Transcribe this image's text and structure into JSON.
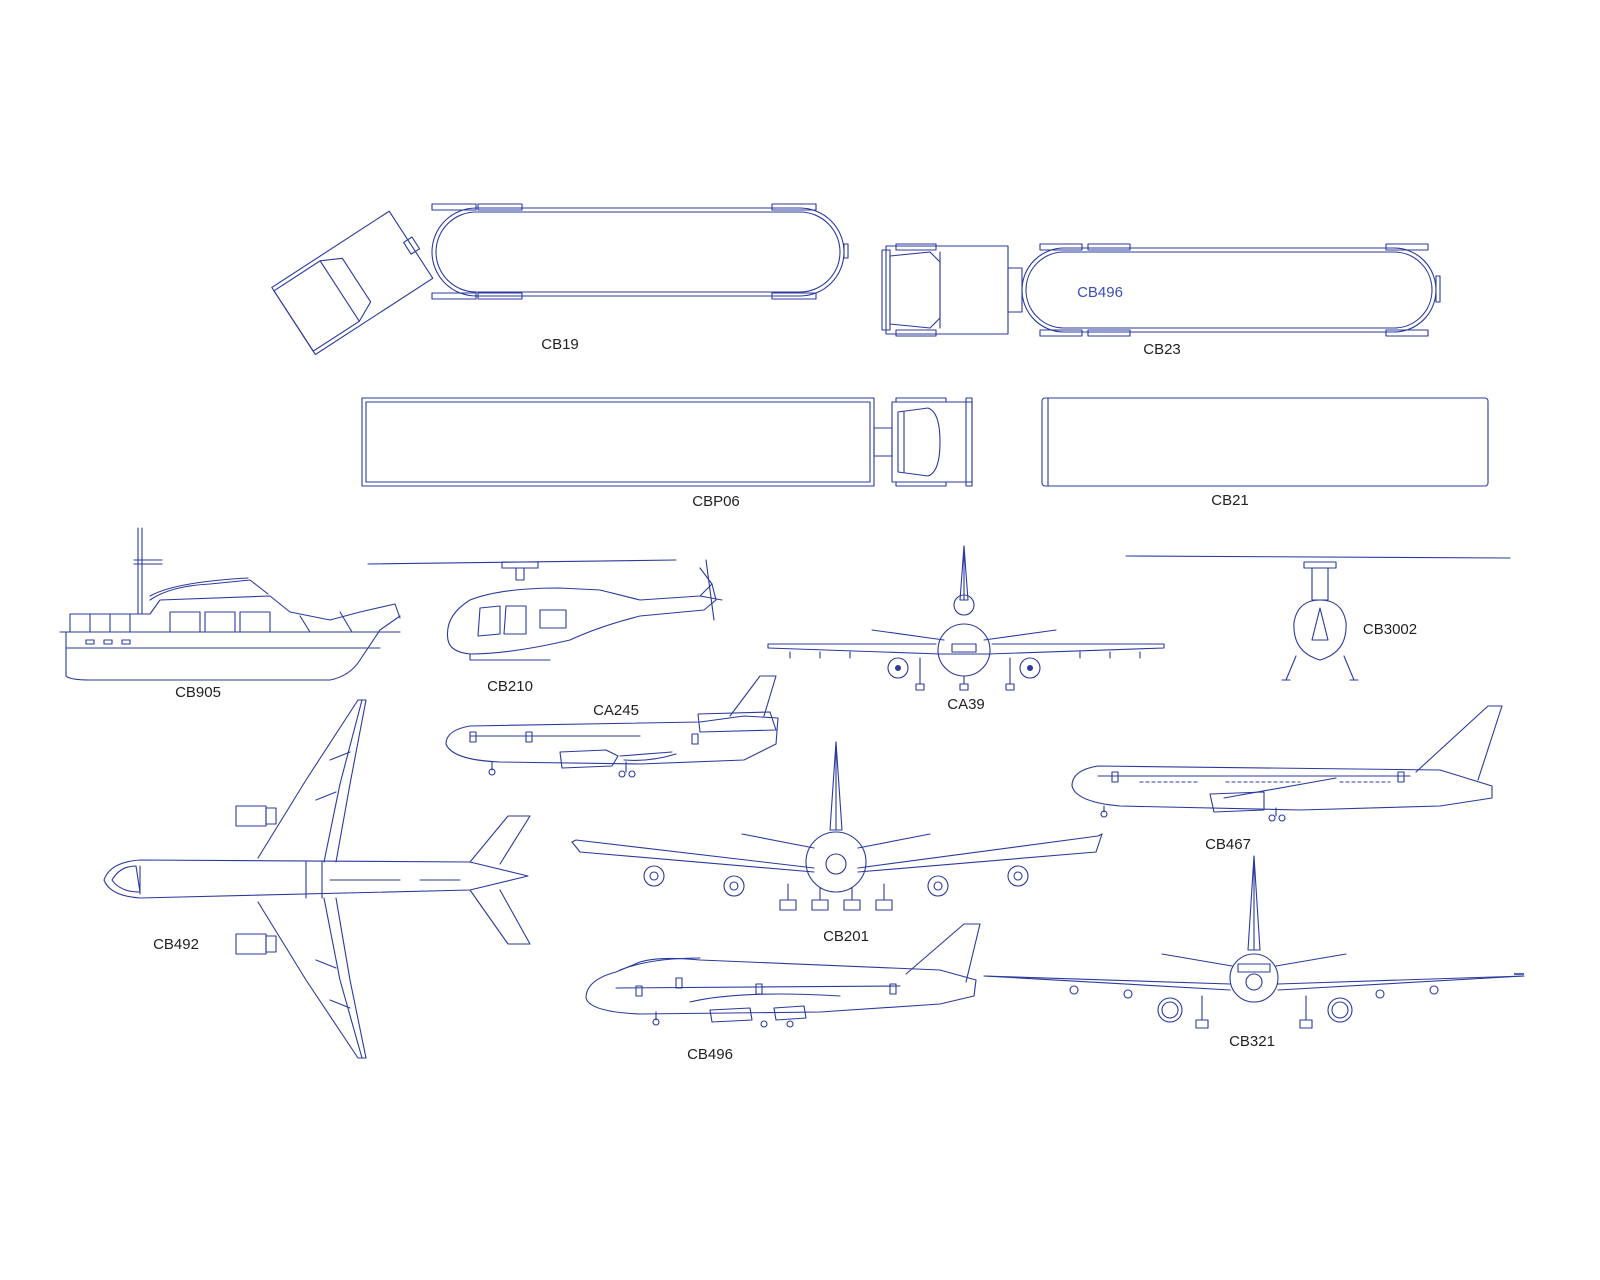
{
  "colors": {
    "line": "#2b3a9e",
    "label": "#222222",
    "inner_label": "#3a4fb8",
    "background": "#ffffff"
  },
  "labels": {
    "cb19": "CB19",
    "cb23": "CB23",
    "cb496_inner": "CB496",
    "cbp06": "CBP06",
    "cb21": "CB21",
    "cb905": "CB905",
    "cb210": "CB210",
    "ca39": "CA39",
    "cb3002": "CB3002",
    "ca245": "CA245",
    "cb492": "CB492",
    "cb467": "CB467",
    "cb201": "CB201",
    "cb496": "CB496",
    "cb321": "CB321"
  }
}
